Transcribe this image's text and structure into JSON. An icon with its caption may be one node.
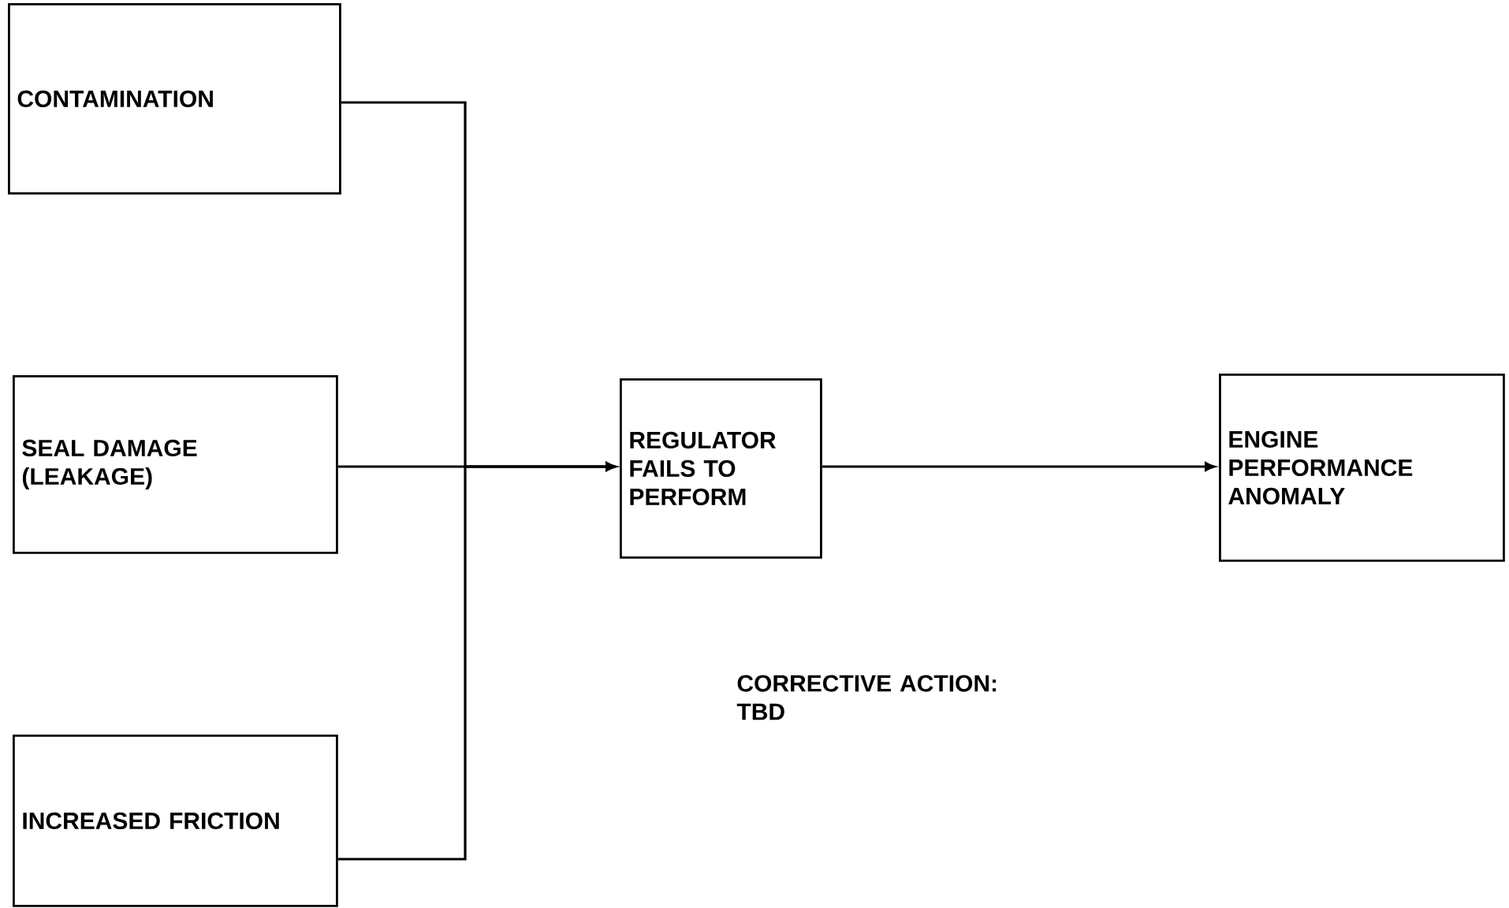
{
  "diagram": {
    "nodes": [
      {
        "text": [
          "CONTAMINATION"
        ]
      },
      {
        "text": [
          "SEAL DAMAGE (LEAKAGE)"
        ]
      },
      {
        "text": [
          "INCREASED FRICTION"
        ]
      },
      {
        "text": [
          "REGULATOR FAILS TO PERFORM"
        ]
      },
      {
        "text": [
          "ENGINE PERFORMANCE ANOMALY"
        ]
      }
    ],
    "edges": [
      {
        "from": 0,
        "to": 3,
        "arrow": "to"
      },
      {
        "from": 1,
        "to": 3,
        "arrow": "to"
      },
      {
        "from": 2,
        "to": 3,
        "arrow": "to"
      },
      {
        "from": 3,
        "to": 4,
        "arrow": "to"
      }
    ],
    "labels": [
      "CORRECTIVE ACTION: TBD"
    ]
  }
}
